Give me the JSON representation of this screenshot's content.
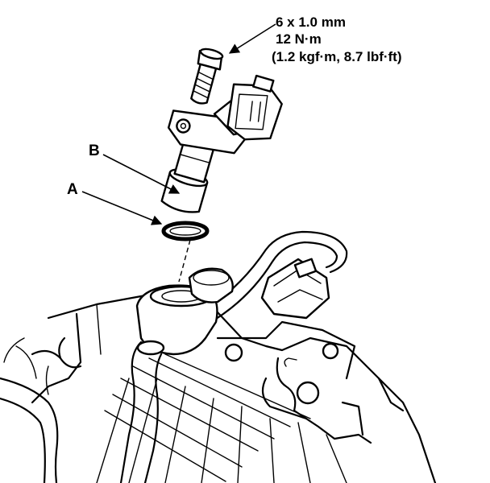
{
  "spec": {
    "line1": "6 x 1.0 mm",
    "line2": "12 N·m",
    "line3": "(1.2 kgf·m, 8.7 lbf·ft)"
  },
  "callouts": {
    "a": "A",
    "b": "B"
  },
  "colors": {
    "line": "#000000",
    "background": "#ffffff"
  }
}
